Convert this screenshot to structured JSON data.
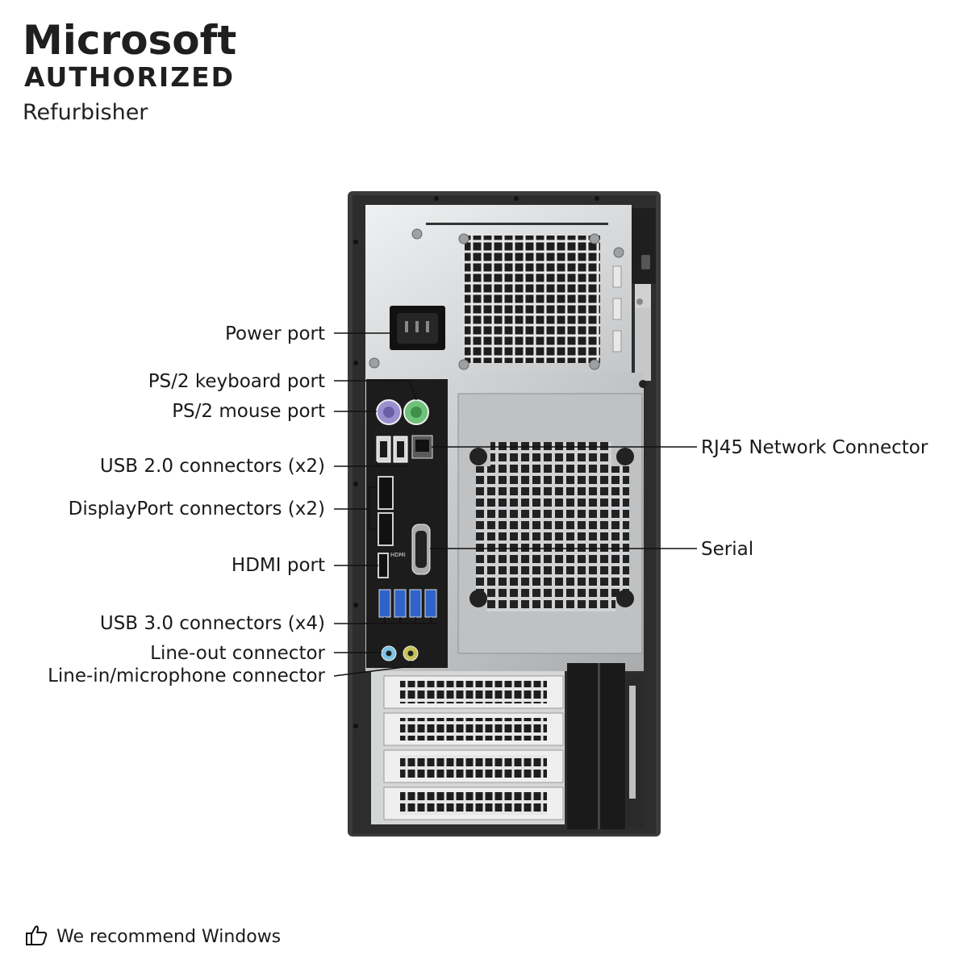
{
  "brand": {
    "line1": "Microsoft",
    "line2": "AUTHORIZED",
    "line3": "Refurbisher"
  },
  "labels": {
    "power_port": "Power port",
    "ps2_keyboard": "PS/2 keyboard port",
    "ps2_mouse": "PS/2 mouse port",
    "usb2": "USB 2.0 connectors (x2)",
    "displayport": "DisplayPort connectors (x2)",
    "hdmi": "HDMI port",
    "usb3": "USB 3.0 connectors (x4)",
    "line_out": "Line-out connector",
    "line_in": "Line-in/microphone connector",
    "rj45": "RJ45 Network Connector",
    "serial": "Serial"
  },
  "io_marks": {
    "hdmi": "HDMI"
  },
  "footer": {
    "text": "We recommend Windows",
    "icon": "thumbs-up-icon"
  },
  "colors": {
    "chassis": "#3a3a3a",
    "psu_plate": "#c9cbcd",
    "io_panel": "#1c1c1c",
    "ps2_mouse": "#9c8fcf",
    "ps2_keyboard": "#6fc27a",
    "usb3": "#2f63c9",
    "line_out": "#7fc3e6",
    "line_in": "#c7c25a"
  }
}
